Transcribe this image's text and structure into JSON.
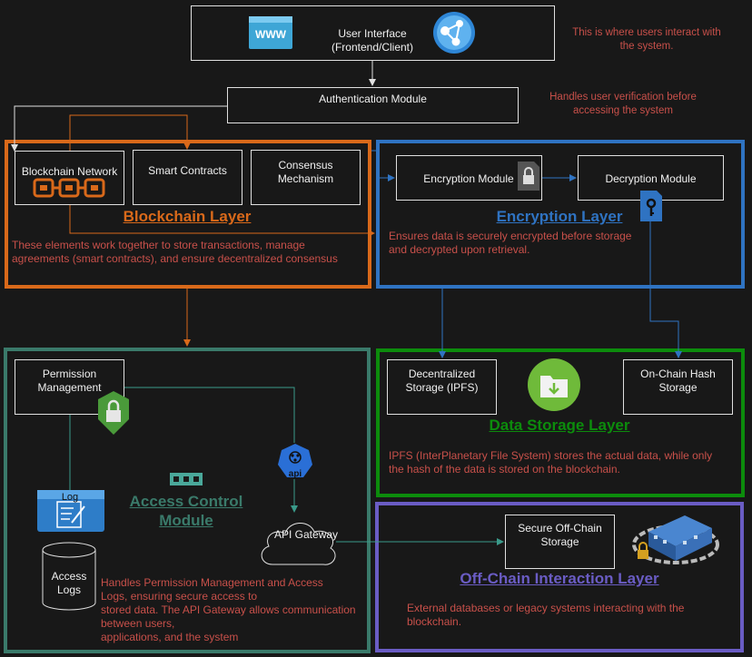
{
  "user_interface": {
    "label_line1": "User Interface",
    "label_line2": "(Frontend/Client)",
    "www": "WWW"
  },
  "ui_note": {
    "line1": "This is where users interact with",
    "line2": "the system."
  },
  "auth_module": {
    "label": "Authentication Module"
  },
  "auth_note": {
    "line1": "Handles user verification before",
    "line2": "accessing the system"
  },
  "blockchain_layer": {
    "title": "Blockchain Layer",
    "network": "Blockchain Network",
    "contracts": "Smart Contracts",
    "consensus_line1": "Consensus",
    "consensus_line2": "Mechanism",
    "desc_line1": "These elements work together to store transactions, manage",
    "desc_line2": "agreements (smart contracts), and ensure decentralized consensus"
  },
  "encryption_layer": {
    "title": "Encryption Layer",
    "encryption": "Encryption Module",
    "decryption": "Decryption Module",
    "desc_line1": "Ensures data is securely encrypted before storage",
    "desc_line2": "and decrypted upon retrieval."
  },
  "access_layer": {
    "title_line1": "Access Control",
    "title_line2": "Module",
    "permission_line1": "Permission",
    "permission_line2": "Management",
    "log": "Log",
    "logs_line1": "Access",
    "logs_line2": "Logs",
    "api_icon": "api",
    "api_gateway": "API Gateway",
    "desc_line1": "Handles Permission Management and Access",
    "desc_line2": "Logs, ensuring secure access to",
    "desc_line3": "stored data. The API Gateway allows communication",
    "desc_line4": "between users,",
    "desc_line5": "applications, and the system"
  },
  "storage_layer": {
    "title": "Data Storage Layer",
    "ipfs_line1": "Decentralized",
    "ipfs_line2": "Storage (IPFS)",
    "onchain_line1": "On-Chain Hash",
    "onchain_line2": "Storage",
    "desc_line1": "IPFS (InterPlanetary File System) stores the actual data, while only",
    "desc_line2": "the hash of the data is stored on the blockchain."
  },
  "offchain_layer": {
    "title": "Off-Chain Interaction Layer",
    "secure_line1": "Secure Off-Chain",
    "secure_line2": "Storage",
    "desc_line1": "External databases or legacy systems interacting with the",
    "desc_line2": "blockchain."
  },
  "colors": {
    "blockchain": "#d9691a",
    "encryption": "#2f73c2",
    "storage": "#0c8c0c",
    "access": "#3a7a6a",
    "offchain": "#6a5cc4",
    "note": "#c8504a"
  }
}
